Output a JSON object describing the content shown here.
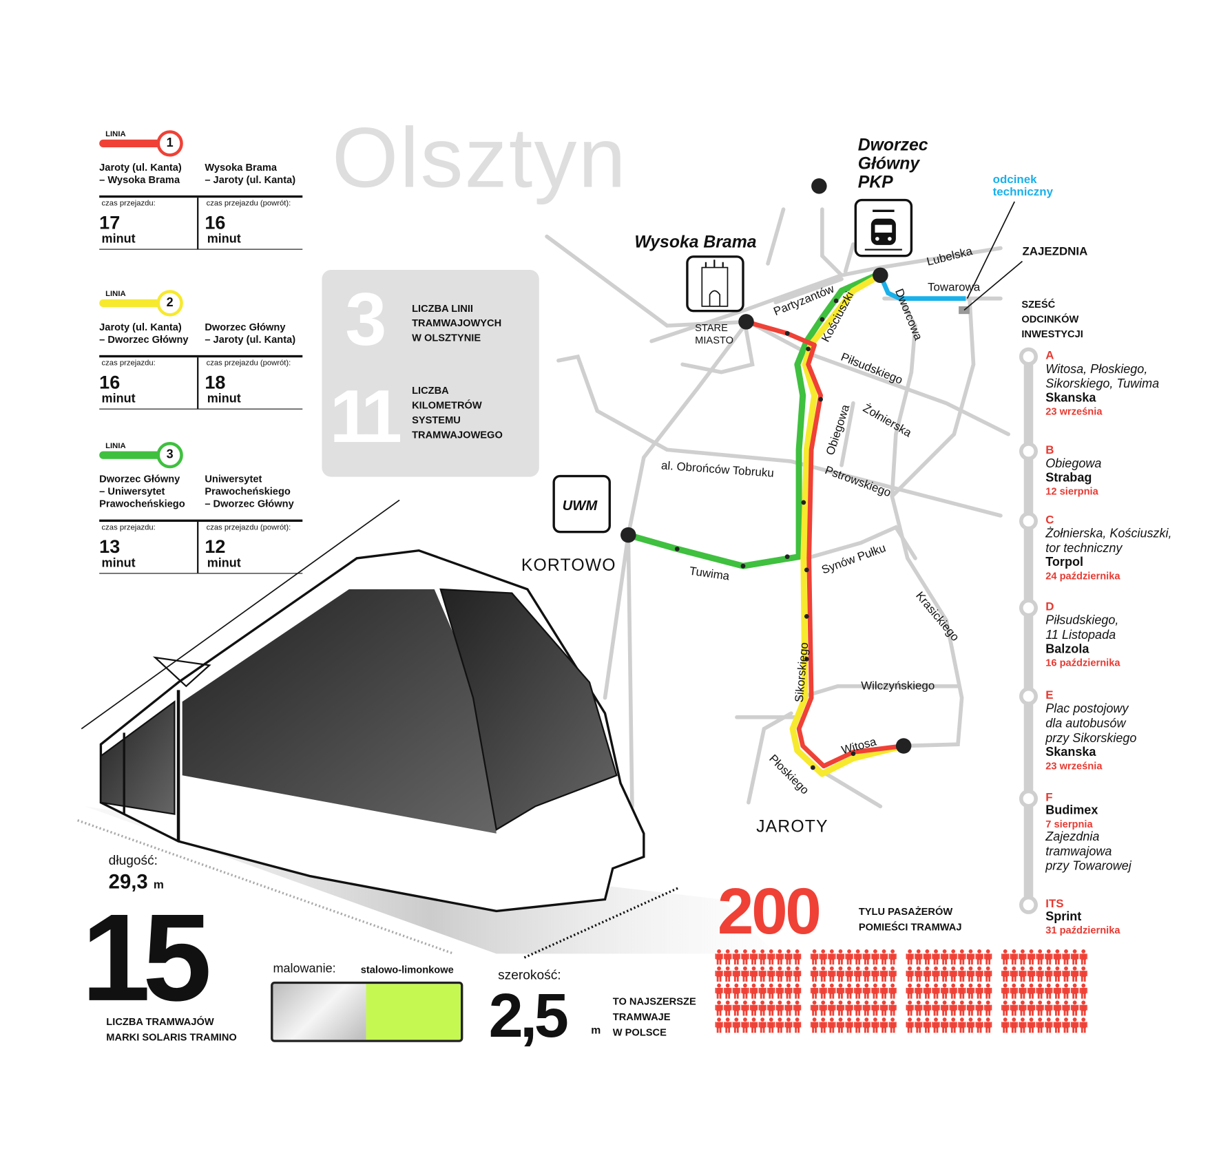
{
  "title": "Olsztyn",
  "lines": [
    {
      "label": "LINIA",
      "number": "1",
      "color": "#ef4136",
      "route_there": [
        "Jaroty (ul. Kanta)",
        "– Wysoka Brama"
      ],
      "route_back": [
        "Wysoka Brama",
        "– Jaroty (ul. Kanta)"
      ],
      "time_label": "czas przejazdu:",
      "time_back_label": "czas przejazdu (powrót):",
      "time": "17",
      "time_back": "16",
      "unit": "minut"
    },
    {
      "label": "LINIA",
      "number": "2",
      "color": "#f7e92e",
      "route_there": [
        "Jaroty (ul. Kanta)",
        "– Dworzec Główny"
      ],
      "route_back": [
        "Dworzec Główny",
        "– Jaroty (ul. Kanta)"
      ],
      "time_label": "czas przejazdu:",
      "time_back_label": "czas przejazdu (powrót):",
      "time": "16",
      "time_back": "18",
      "unit": "minut"
    },
    {
      "label": "LINIA",
      "number": "3",
      "color": "#3fc03f",
      "route_there": [
        "Dworzec Główny",
        "– Uniwersytet",
        "Prawocheńskiego"
      ],
      "route_back": [
        "Uniwersytet",
        "Prawocheńskiego",
        "– Dworzec Główny"
      ],
      "time_label": "czas przejazdu:",
      "time_back_label": "czas przejazdu (powrót):",
      "time": "13",
      "time_back": "12",
      "unit": "minut"
    }
  ],
  "stats": {
    "lines_count": "3",
    "lines_caption": [
      "LICZBA LINII",
      "TRAMWAJOWYCH",
      "W OLSZTYNIE"
    ],
    "km_count": "11",
    "km_caption": [
      "LICZBA",
      "KILOMETRÓW",
      "SYSTEMU",
      "TRAMWAJOWEGO"
    ]
  },
  "map": {
    "places": {
      "dworzec": [
        "Dworzec",
        "Główny",
        "PKP"
      ],
      "wysoka_brama": "Wysoka Brama",
      "stare_miasto": [
        "STARE",
        "MIASTO"
      ],
      "uwm": "UWM",
      "kortowo": "KORTOWO",
      "jaroty": "JAROTY",
      "zajezdnia": "ZAJEZDNIA",
      "odcinek": [
        "odcinek",
        "techniczny"
      ]
    },
    "streets": [
      "Lubelska",
      "Towarowa",
      "Partyzantów",
      "Kościuszki",
      "Dworcowa",
      "Piłsudskiego",
      "Obiegowa",
      "Żołnierska",
      "al. Obrońców Tobruku",
      "Pstrowskiego",
      "Synów Pułku",
      "Tuwima",
      "Krasickiego",
      "Sikorskiego",
      "Wilczyńskiego",
      "Witosa",
      "Płoskiego"
    ],
    "colors": {
      "line1": "#ef4136",
      "line2": "#f7e92e",
      "line3": "#3fc03f",
      "technical": "#1ab0ea",
      "roads": "#cfcfcf"
    }
  },
  "sections": {
    "title": [
      "SZEŚĆ",
      "ODCINKÓW",
      "INWESTYCJI"
    ],
    "items": [
      {
        "letter": "A",
        "desc": [
          "Witosa, Płoskiego,",
          "Sikorskiego, Tuwima"
        ],
        "firm": "Skanska",
        "date": "23 września"
      },
      {
        "letter": "B",
        "desc": [
          "Obiegowa"
        ],
        "firm": "Strabag",
        "date": "12 sierpnia"
      },
      {
        "letter": "C",
        "desc": [
          "Żołnierska, Kościuszki,",
          "tor techniczny"
        ],
        "firm": "Torpol",
        "date": "24 października"
      },
      {
        "letter": "D",
        "desc": [
          "Piłsudskiego,",
          "11 Listopada"
        ],
        "firm": "Balzola",
        "date": "16 października"
      },
      {
        "letter": "E",
        "desc": [
          "Plac postojowy",
          "dla autobusów",
          "przy Sikorskiego"
        ],
        "firm": "Skanska",
        "date": "23 września"
      },
      {
        "letter": "F",
        "firm": "Budimex",
        "date": "7 sierpnia",
        "desc": [
          "Zajezdnia",
          "tramwajowa",
          "przy Towarowej"
        ]
      },
      {
        "letter": "ITS",
        "desc": [],
        "firm": "Sprint",
        "date": "31 października"
      }
    ]
  },
  "tram": {
    "length_label": "długość:",
    "length": "29,3",
    "length_unit": "m",
    "count": "15",
    "count_caption": [
      "LICZBA TRAMWAJÓW",
      "MARKI SOLARIS TRAMINO"
    ],
    "paint_label": "malowanie:",
    "paint_value": "stalowo-limonkowe",
    "paint_colors": [
      "#c8c8c8",
      "#c6f852"
    ],
    "width_label": "szerokość:",
    "width": "2,5",
    "width_unit": "m",
    "width_caption": [
      "TO NAJSZERSZE",
      "TRAMWAJE",
      "W POLSCE"
    ],
    "passengers": "200",
    "passengers_caption": [
      "TYLU PASAŻERÓW",
      "POMIEŚCI TRAMWAJ"
    ],
    "passenger_color": "#ef4136"
  }
}
